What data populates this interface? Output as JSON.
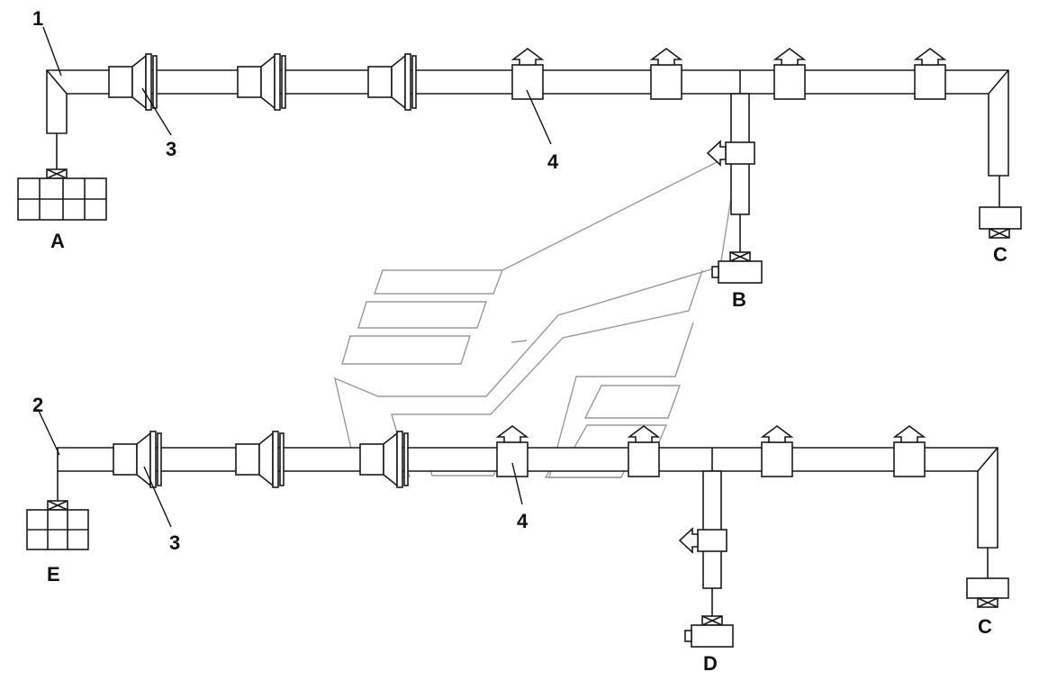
{
  "diagram": {
    "harness_labels": {
      "harness_1": "1",
      "harness_2": "2"
    },
    "part_labels": {
      "grommet_top": "3",
      "clip_top": "4",
      "grommet_bottom": "3",
      "clip_bottom": "4"
    },
    "connector_labels": {
      "a": "A",
      "b": "B",
      "c_top": "C",
      "c_bottom": "C",
      "d": "D",
      "e": "E"
    },
    "colors": {
      "line": "#1a1a1a",
      "watermark": "#9a9a9a"
    }
  }
}
